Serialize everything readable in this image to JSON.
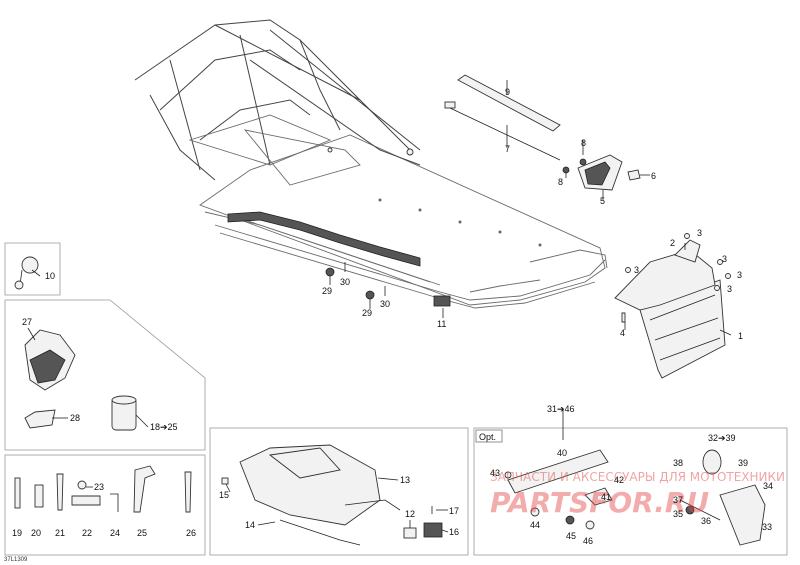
{
  "diagram": {
    "reference": "37L1309",
    "labels": [
      {
        "id": "p1",
        "text": "1"
      },
      {
        "id": "p2",
        "text": "2"
      },
      {
        "id": "p3a",
        "text": "3"
      },
      {
        "id": "p3b",
        "text": "3"
      },
      {
        "id": "p3c",
        "text": "3"
      },
      {
        "id": "p3d",
        "text": "3"
      },
      {
        "id": "p3e",
        "text": "3"
      },
      {
        "id": "p4",
        "text": "4"
      },
      {
        "id": "p5",
        "text": "5"
      },
      {
        "id": "p6",
        "text": "6"
      },
      {
        "id": "p7",
        "text": "7"
      },
      {
        "id": "p8a",
        "text": "8"
      },
      {
        "id": "p8b",
        "text": "8"
      },
      {
        "id": "p9",
        "text": "9"
      },
      {
        "id": "p10",
        "text": "10"
      },
      {
        "id": "p11",
        "text": "11"
      },
      {
        "id": "p12",
        "text": "12"
      },
      {
        "id": "p13",
        "text": "13"
      },
      {
        "id": "p14",
        "text": "14"
      },
      {
        "id": "p15",
        "text": "15"
      },
      {
        "id": "p16",
        "text": "16"
      },
      {
        "id": "p17",
        "text": "17"
      },
      {
        "id": "p18",
        "text": "18➔25"
      },
      {
        "id": "p19",
        "text": "19"
      },
      {
        "id": "p20",
        "text": "20"
      },
      {
        "id": "p21",
        "text": "21"
      },
      {
        "id": "p22",
        "text": "22"
      },
      {
        "id": "p23",
        "text": "23"
      },
      {
        "id": "p24",
        "text": "24"
      },
      {
        "id": "p25",
        "text": "25"
      },
      {
        "id": "p26",
        "text": "26"
      },
      {
        "id": "p27",
        "text": "27"
      },
      {
        "id": "p28",
        "text": "28"
      },
      {
        "id": "p29a",
        "text": "29"
      },
      {
        "id": "p29b",
        "text": "29"
      },
      {
        "id": "p30a",
        "text": "30"
      },
      {
        "id": "p30b",
        "text": "30"
      },
      {
        "id": "p31",
        "text": "31➔46"
      },
      {
        "id": "p32",
        "text": "32➔39"
      },
      {
        "id": "p33",
        "text": "33"
      },
      {
        "id": "p34",
        "text": "34"
      },
      {
        "id": "p35",
        "text": "35"
      },
      {
        "id": "p36",
        "text": "36"
      },
      {
        "id": "p37",
        "text": "37"
      },
      {
        "id": "p38",
        "text": "38"
      },
      {
        "id": "p39",
        "text": "39"
      },
      {
        "id": "p40",
        "text": "40"
      },
      {
        "id": "p41",
        "text": "41"
      },
      {
        "id": "p42",
        "text": "42"
      },
      {
        "id": "p43",
        "text": "43"
      },
      {
        "id": "p44",
        "text": "44"
      },
      {
        "id": "p45",
        "text": "45"
      },
      {
        "id": "p46",
        "text": "46"
      }
    ],
    "opt_label": "Opt.",
    "watermark": {
      "line1": "ЗАПЧАСТИ И АКСЕССУАРЫ ДЛЯ МОТОТЕХНИКИ",
      "line2": "PARTSFOR.RU"
    }
  }
}
